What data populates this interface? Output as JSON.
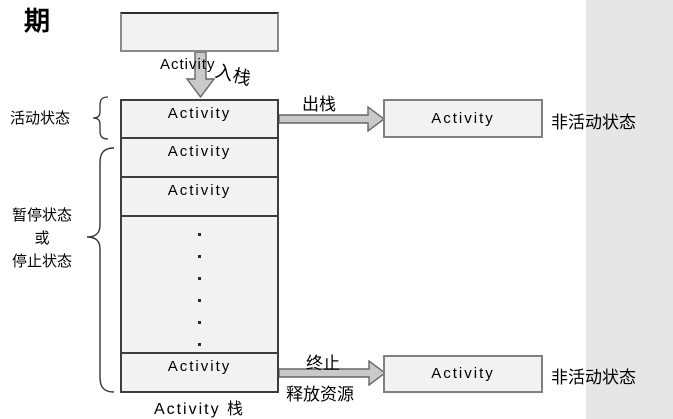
{
  "page": {
    "title_fragment": "期"
  },
  "colors": {
    "background": "#ffffff",
    "side_band": "#e6e6e6",
    "box_fill": "#f2f2f2",
    "stack_border": "#3d3d3d",
    "box_border": "#808080",
    "arrow_fill": "#c9c9c9",
    "arrow_outline": "#666666",
    "text": "#000000"
  },
  "stack": {
    "rows": [
      "Activity",
      "Activity",
      "Activity"
    ],
    "bottom_row": "Activity",
    "dots_count": 6,
    "caption": "Activity 栈"
  },
  "flows": {
    "push_en": "Activity",
    "push_zh": "入栈",
    "pop": "出栈",
    "terminate": "终止",
    "release": "释放资源"
  },
  "states": {
    "active": "活动状态",
    "paused_or_stopped": [
      "暂停状态",
      "或",
      "停止状态"
    ],
    "inactive_top": "非活动状态",
    "inactive_bottom": "非活动状态"
  }
}
